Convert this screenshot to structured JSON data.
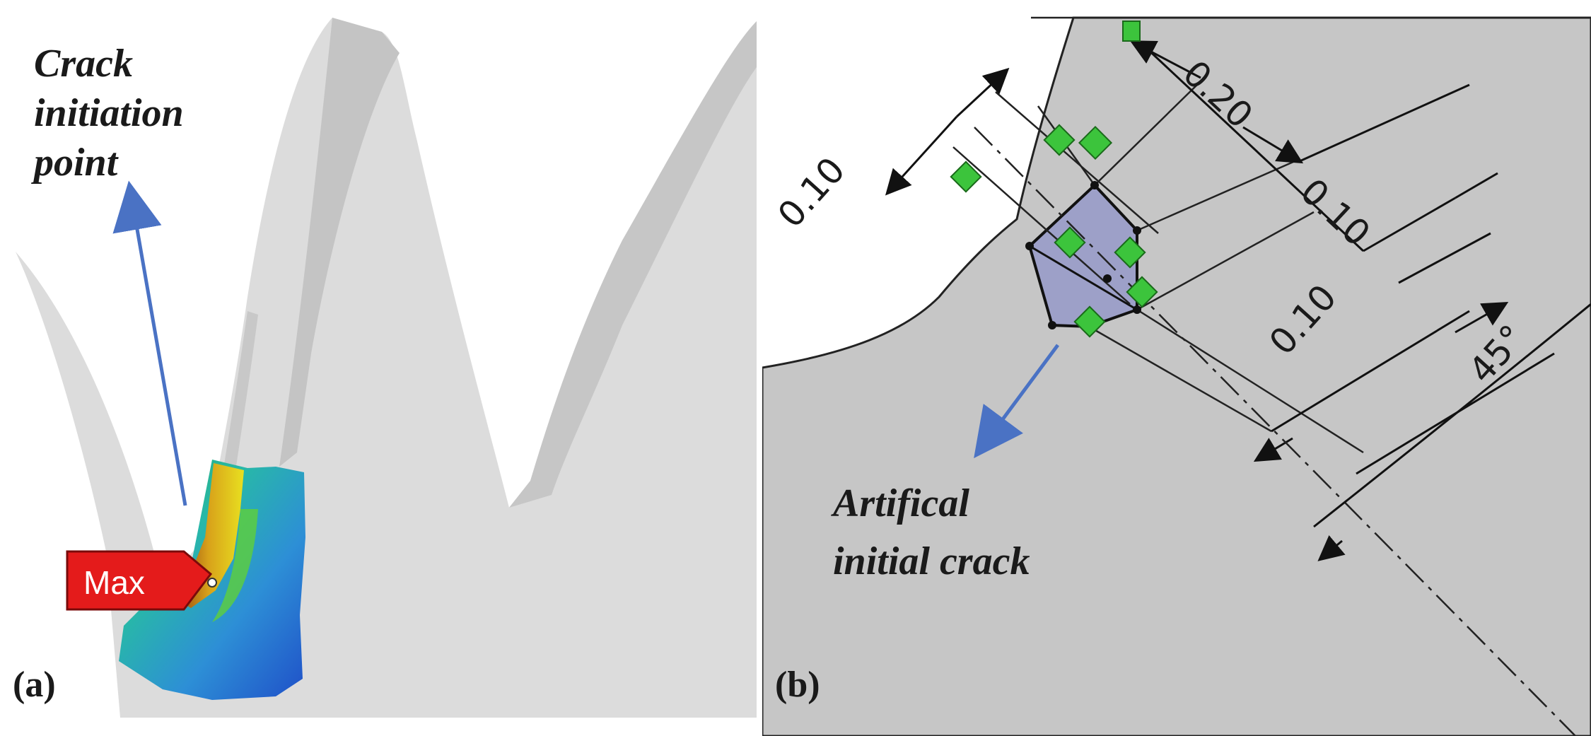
{
  "panel_a": {
    "label": "(a)",
    "annotation_lines": [
      "Crack",
      "initiation",
      "point"
    ],
    "max_marker": "Max",
    "colors": {
      "gear": "#dcdcdc",
      "gear_side": "#c2c2c2",
      "arrow": "#4a72c4",
      "marker": "#e41b1b"
    },
    "icons": [
      "arrow-icon"
    ]
  },
  "panel_b": {
    "label": "(b)",
    "dimensions": {
      "left": "0.10",
      "top": "0.20",
      "right_upper": "0.10",
      "right_lower": "0.10",
      "angle": "45°"
    },
    "annotation_lines": [
      "Artifical",
      "initial crack"
    ],
    "colors": {
      "body": "#c6c6c6",
      "crack_fill": "#9da0c8",
      "handle": "#3cc43c",
      "arrow": "#4a72c4"
    },
    "icons": [
      "constraint-handle-icon",
      "arrow-icon"
    ]
  }
}
